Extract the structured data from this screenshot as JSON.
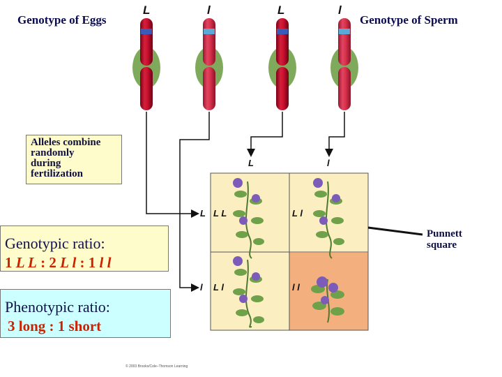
{
  "headings": {
    "eggs": "Genotype of Eggs",
    "sperm": "Genotype of Sperm"
  },
  "chromosomes": [
    {
      "allele": "L",
      "band_color": "#3a5bb8"
    },
    {
      "allele": "l",
      "band_color": "#5aa9d6"
    },
    {
      "allele": "L",
      "band_color": "#3a5bb8"
    },
    {
      "allele": "l",
      "band_color": "#5aa9d6"
    }
  ],
  "fertilization_note": [
    "Alleles combine",
    "randomly",
    "during",
    "fertilization"
  ],
  "punnett": {
    "col_alleles": [
      "L",
      "l"
    ],
    "row_alleles": [
      "L",
      "l"
    ],
    "cells": [
      "L L",
      "L l",
      "L l",
      "l l"
    ],
    "label_lines": [
      "Punnett",
      "square"
    ]
  },
  "genotypic": {
    "title": "Genotypic ratio:",
    "counts": [
      "1",
      "2",
      "1"
    ],
    "genotypes": [
      "L L",
      "L l",
      "l l"
    ],
    "separator": ":"
  },
  "phenotypic": {
    "title": "Phenotypic ratio:",
    "value": "3 long : 1 short"
  },
  "credit": "© 2003 Brooks/Cole–Thomson Learning",
  "colors": {
    "chromosome": "#c8102e",
    "centromere_blob": "#7faa5c",
    "cell_yellow": "#fbeec0",
    "cell_orange": "#f3b07e",
    "ratio_red": "#cc2200"
  }
}
